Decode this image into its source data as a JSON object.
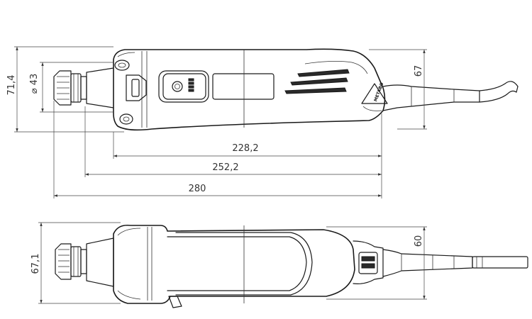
{
  "dimensions": {
    "top_height": "71,4",
    "collet_diameter": "⌀ 43",
    "body_height": "67",
    "length_body": "228,2",
    "length_with_collet": "252,2",
    "length_total": "280",
    "bottom_height": "67,1",
    "bottom_width": "60"
  },
  "brand_mark": "METABO"
}
